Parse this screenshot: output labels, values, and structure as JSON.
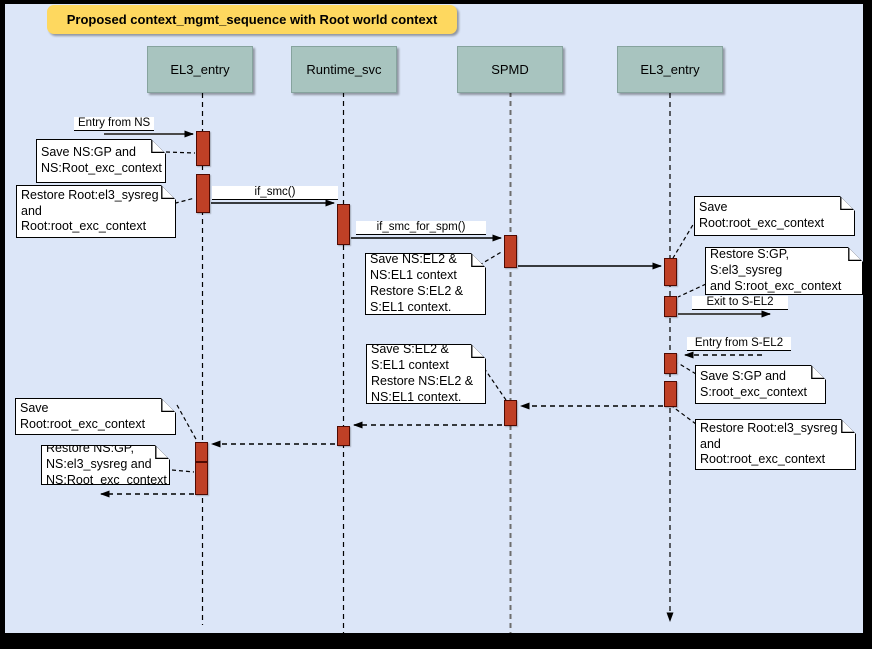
{
  "title": "Proposed context_mgmt_sequence with Root world context",
  "actors": [
    {
      "label": "EL3_entry"
    },
    {
      "label": "Runtime_svc"
    },
    {
      "label": "SPMD"
    },
    {
      "label": "EL3_entry"
    }
  ],
  "messages": {
    "entry_from_ns": "Entry from NS",
    "if_smc": "if_smc()",
    "if_smc_for_spm": "if_smc_for_spm()",
    "exit_to_sel2": "Exit to S-EL2",
    "entry_from_sel2": "Entry from S-EL2"
  },
  "notes": [
    {
      "text": "Save NS:GP and\nNS:Root_exc_context"
    },
    {
      "text": "Restore Root:el3_sysreg\nand\nRoot:root_exc_context"
    },
    {
      "text": "Save NS:EL2 &\nNS:EL1 context\nRestore S:EL2 &\nS:EL1 context."
    },
    {
      "text": "Save Root:root_exc_context"
    },
    {
      "text": "Restore S:GP, S:el3_sysreg\nand S:root_exc_context"
    },
    {
      "text": "Save S:GP and\nS:root_exc_context"
    },
    {
      "text": "Restore Root:el3_sysreg\nand\nRoot:root_exc_context"
    },
    {
      "text": "Save S:EL2 &\nS:EL1 context\nRestore NS:EL2 &\nNS:EL1 context."
    },
    {
      "text": "Save Root:root_exc_context"
    },
    {
      "text": "Restore NS:GP,\nNS:el3_sysreg and\nNS:Root_exc_context"
    }
  ],
  "colors": {
    "canvas_bg": "#dce6f8",
    "actor_fill": "#a8c4bf",
    "activation_fill": "#bf4026",
    "activation_border": "#4f0a02",
    "title_bg": "#fed85f",
    "note_fill": "#ffffff"
  }
}
